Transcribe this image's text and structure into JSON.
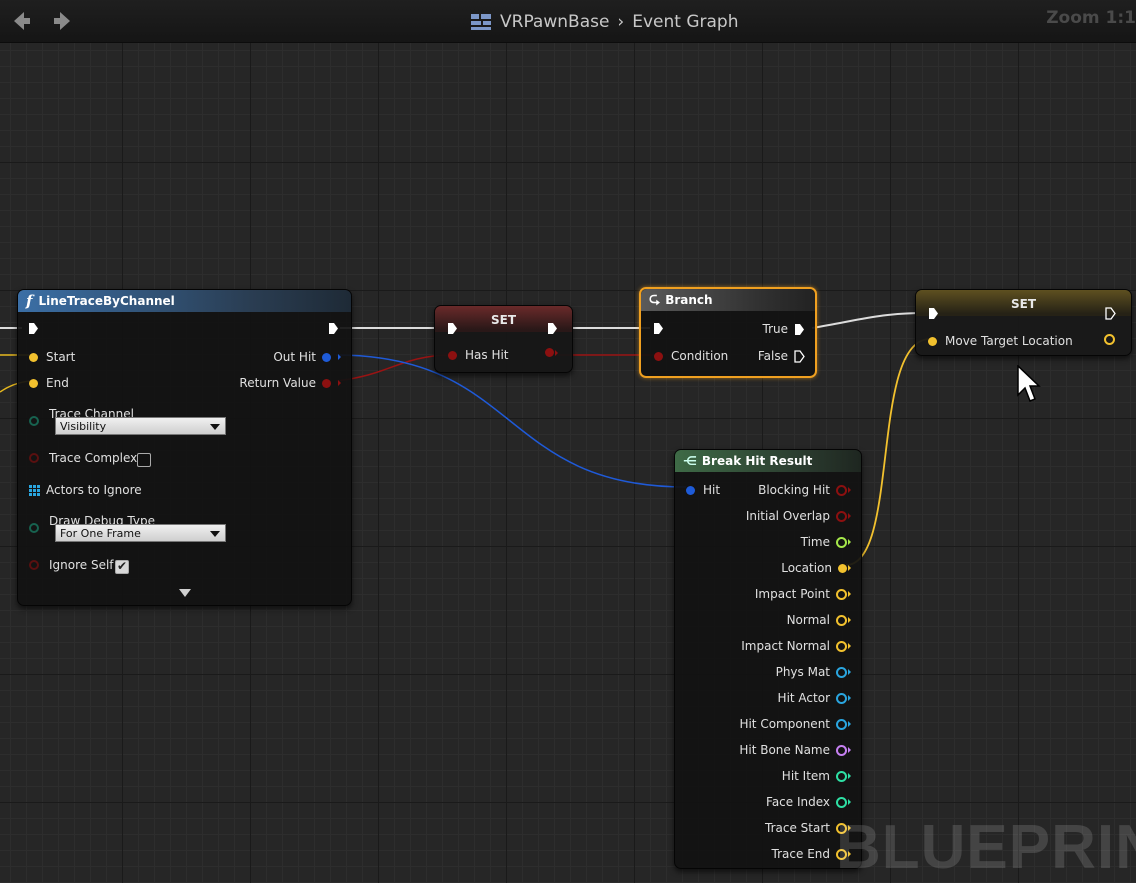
{
  "topbar": {
    "breadcrumb_blueprint": "VRPawnBase",
    "breadcrumb_graph": "Event Graph",
    "zoom_label": "Zoom 1:1"
  },
  "nodes": {
    "line_trace": {
      "title": "LineTraceByChannel",
      "pins_in": [
        "Start",
        "End"
      ],
      "pins_out": [
        "Out Hit",
        "Return Value"
      ],
      "trace_channel_label": "Trace Channel",
      "trace_channel_value": "Visibility",
      "trace_complex_label": "Trace Complex",
      "trace_complex_checked": false,
      "actors_to_ignore_label": "Actors to Ignore",
      "draw_debug_label": "Draw Debug Type",
      "draw_debug_value": "For One Frame",
      "ignore_self_label": "Ignore Self",
      "ignore_self_checked": true
    },
    "set_has_hit": {
      "title": "SET",
      "pin": "Has Hit"
    },
    "branch": {
      "title": "Branch",
      "condition": "Condition",
      "true_label": "True",
      "false_label": "False"
    },
    "set_move_target": {
      "title": "SET",
      "pin": "Move Target Location"
    },
    "break_hit": {
      "title": "Break Hit Result",
      "input": "Hit",
      "outputs": [
        "Blocking Hit",
        "Initial Overlap",
        "Time",
        "Location",
        "Impact Point",
        "Normal",
        "Impact Normal",
        "Phys Mat",
        "Hit Actor",
        "Hit Component",
        "Hit Bone Name",
        "Hit Item",
        "Face Index",
        "Trace Start",
        "Trace End"
      ]
    }
  },
  "colors": {
    "exec": "#ffffff",
    "vector": "#f2c12e",
    "bool": "#8c1010",
    "struct": "#1e5bd8",
    "float": "#a5e84a",
    "object": "#2aa6e0",
    "name": "#c680f2",
    "int": "#2ee0a4",
    "branch_highlight": "#f0a020"
  },
  "watermark": "BLUEPRINT"
}
